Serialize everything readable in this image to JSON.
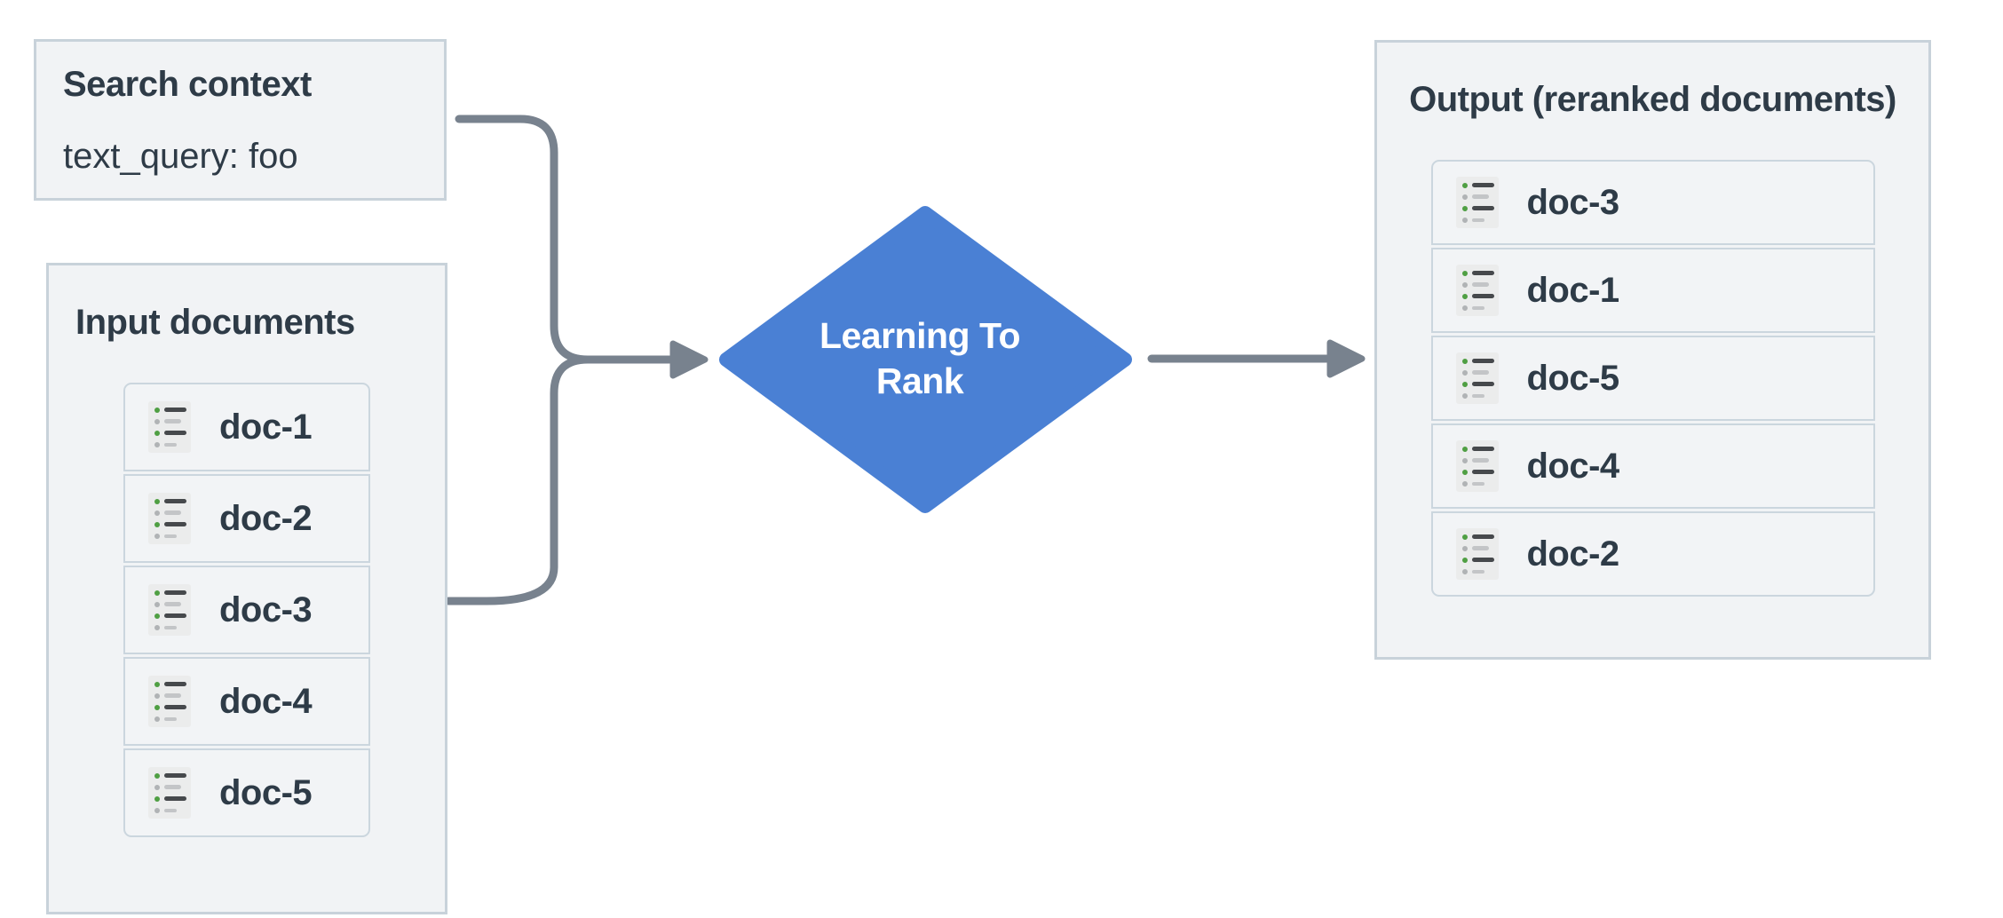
{
  "diagram": {
    "search_context": {
      "title": "Search context",
      "query": "text_query: foo"
    },
    "input_documents": {
      "title": "Input documents",
      "docs": [
        "doc-1",
        "doc-2",
        "doc-3",
        "doc-4",
        "doc-5"
      ]
    },
    "ranker": {
      "line1": "Learning To",
      "line2": "Rank"
    },
    "output_documents": {
      "title": "Output (reranked documents)",
      "docs": [
        "doc-3",
        "doc-1",
        "doc-5",
        "doc-4",
        "doc-2"
      ]
    }
  },
  "icons": {
    "doc_row_icon": "document-list-icon"
  },
  "colors": {
    "panel_bg": "#f1f3f5",
    "panel_border": "#c8d2da",
    "row_border": "#cbd6de",
    "text": "#2e3b47",
    "diamond_fill": "#4a80d4",
    "diamond_text": "#ffffff",
    "arrow": "#78828e",
    "icon_green": "#4f9f43"
  }
}
